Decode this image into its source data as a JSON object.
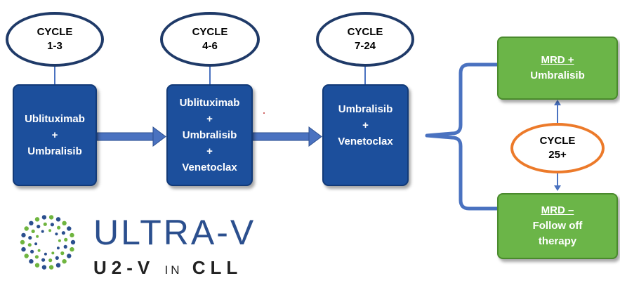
{
  "cycles": [
    {
      "line1": "CYCLE",
      "line2": "1-3"
    },
    {
      "line1": "CYCLE",
      "line2": "4-6"
    },
    {
      "line1": "CYCLE",
      "line2": "7-24"
    },
    {
      "line1": "CYCLE",
      "line2": "25+"
    }
  ],
  "treatments": [
    {
      "lines": [
        "Ublituximab",
        "+",
        "Umbralisib"
      ]
    },
    {
      "lines": [
        "Ublituximab",
        "+",
        "Umbralisib",
        "+",
        "Venetoclax"
      ]
    },
    {
      "lines": [
        "Umbralisib",
        "+",
        "Venetoclax"
      ]
    }
  ],
  "outcomes": {
    "mrd_pos": {
      "title": "MRD +",
      "text": "Umbralisib"
    },
    "mrd_neg": {
      "title": "MRD –",
      "text1": "Follow off",
      "text2": "therapy"
    }
  },
  "logo": {
    "title": "ULTRA-V",
    "sub_a": "U2-V",
    "sub_in": "IN",
    "sub_b": "CLL"
  },
  "colors": {
    "blue_box": "#1c4f9c",
    "green_box": "#6bb548",
    "oval_border": "#1f3a68",
    "orange_oval": "#ec7a2a",
    "connector": "#4a72c0"
  }
}
